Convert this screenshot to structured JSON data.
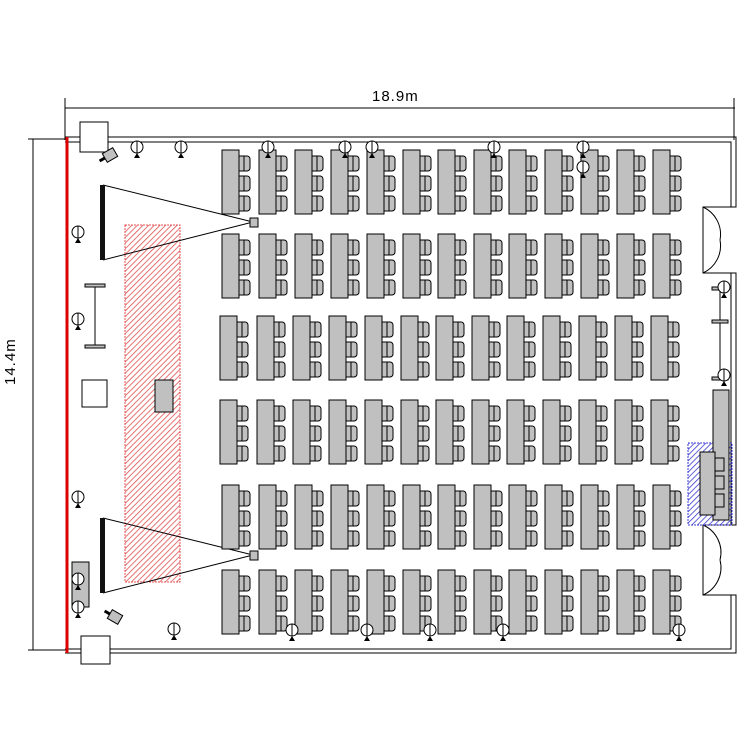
{
  "dimensions": {
    "width_label": "18.9m",
    "height_label": "14.4m"
  },
  "seating": {
    "columns": 13,
    "row_groups": 6,
    "chairs_per_desk": 3
  },
  "colors": {
    "desk": "#c0c0c0",
    "stage_hatch": "#e05050",
    "reception_hatch": "#3a3ad0",
    "wall_accent": "#dd0000"
  }
}
